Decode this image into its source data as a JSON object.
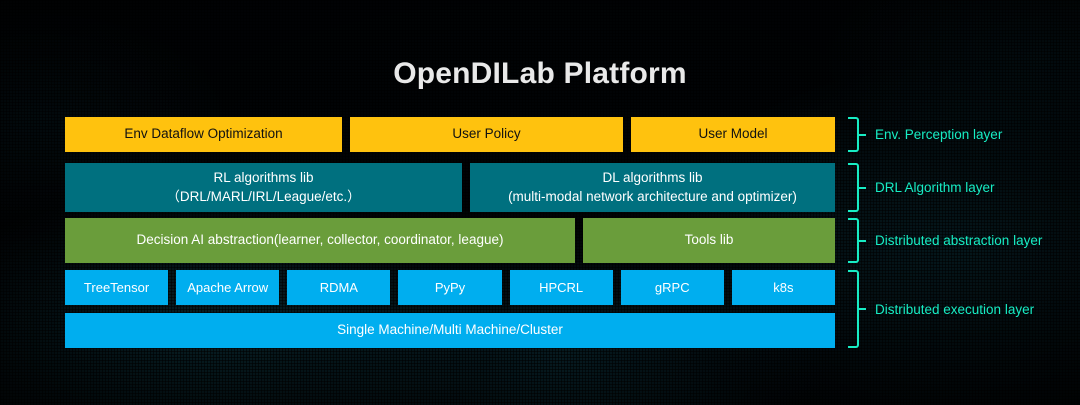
{
  "title": "OpenDILab Platform",
  "colors": {
    "background": "#010305",
    "title_text": "#e9e9e9",
    "yellow": "#FFC20E",
    "teal": "#00707F",
    "green": "#6A9D3B",
    "blue": "#00AEEF",
    "accent_cyan": "#17EDC4"
  },
  "rows": {
    "perception": [
      {
        "label": "Env Dataflow Optimization"
      },
      {
        "label": "User Policy"
      },
      {
        "label": "User Model"
      }
    ],
    "algorithm": [
      {
        "line1": "RL algorithms lib",
        "line2": "（DRL/MARL/IRL/League/etc.）"
      },
      {
        "line1": "DL algorithms lib",
        "line2": "(multi-modal network architecture and optimizer)"
      }
    ],
    "abstraction": [
      {
        "label": "Decision AI abstraction(learner, collector, coordinator, league)"
      },
      {
        "label": "Tools lib"
      }
    ],
    "execution_chips": [
      {
        "label": "TreeTensor"
      },
      {
        "label": "Apache Arrow"
      },
      {
        "label": "RDMA"
      },
      {
        "label": "PyPy"
      },
      {
        "label": "HPCRL"
      },
      {
        "label": "gRPC"
      },
      {
        "label": "k8s"
      }
    ],
    "infrastructure": {
      "label": "Single Machine/Multi Machine/Cluster"
    }
  },
  "layers": [
    {
      "label": "Env. Perception layer"
    },
    {
      "label": "DRL Algorithm layer"
    },
    {
      "label": "Distributed abstraction layer"
    },
    {
      "label": "Distributed execution layer"
    }
  ]
}
